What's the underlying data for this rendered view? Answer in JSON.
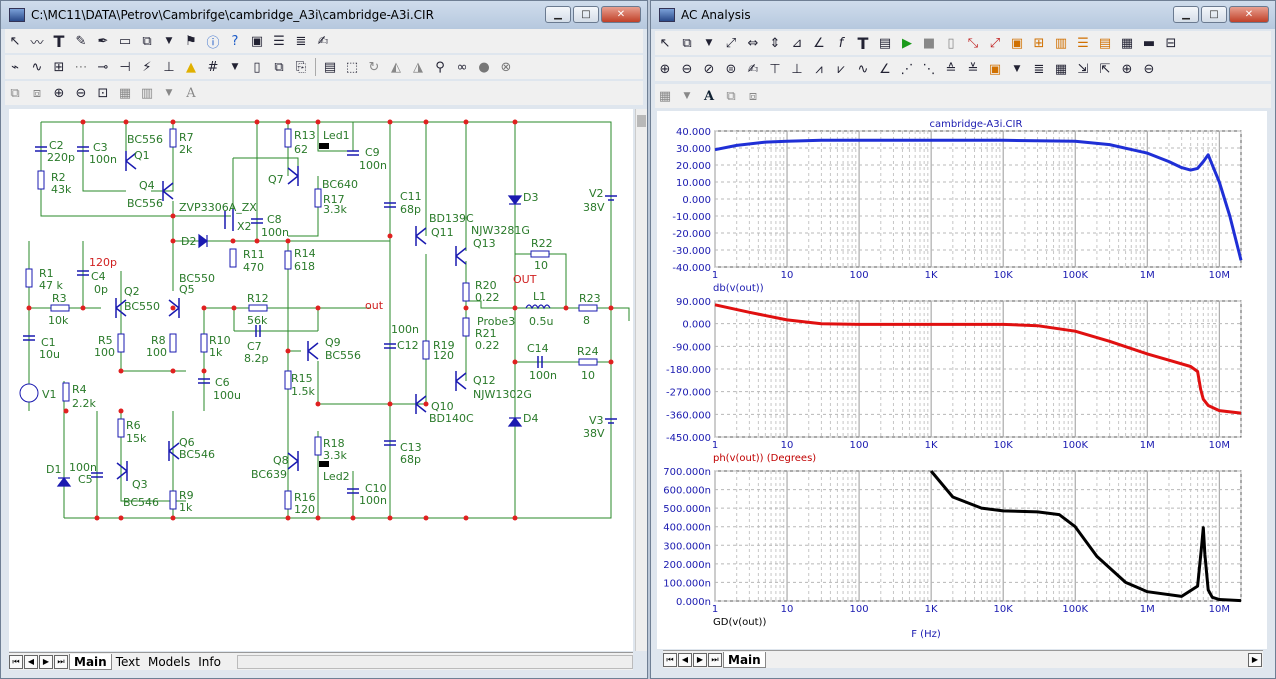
{
  "schematic_window": {
    "title": "C:\\MC11\\DATA\\Petrov\\Cambrifge\\cambridge_A3i\\cambridge-A3i.CIR",
    "tabs": [
      "Main",
      "Text",
      "Models",
      "Info"
    ],
    "active_tab": "Main",
    "labels": {
      "C2": "C2",
      "C2v": "220p",
      "C3": "C3",
      "C3v": "100n",
      "R2": "R2",
      "R2v": "43k",
      "Q1t": "BC556",
      "Q1": "Q1",
      "R7": "R7",
      "R7v": "2k",
      "Q4": "Q4",
      "Q4t": "BC556",
      "ZVP": "ZVP3306A_ZX",
      "X2": "X2",
      "D2": "D2",
      "R11": "R11",
      "R11v": "470",
      "C8": "C8",
      "C8v": "100n",
      "R13": "R13",
      "R13v": "62",
      "Led1": "Led1",
      "C9": "C9",
      "C9v": "100n",
      "Q7": "Q7",
      "BC640a": "BC640",
      "R17": "R17",
      "R17v": "3.3k",
      "R14": "R14",
      "R14v": "618",
      "R1": "R1",
      "R1v": "47 k",
      "C4v1": "120p",
      "C4": "C4",
      "C4v": "0p",
      "R3": "R3",
      "R3v": "10k",
      "Q2": "Q2",
      "BC550a": "BC550",
      "BC550b": "BC550",
      "Q5": "Q5",
      "R12": "R12",
      "R12v": "56k",
      "out": "out",
      "C1": "C1",
      "C1v": "10u",
      "R5": "R5",
      "R5v": "100",
      "R8": "R8",
      "R8v": "100",
      "R10": "R10",
      "R10v": "1k",
      "C7": "C7",
      "C7v": "8.2p",
      "Q9": "Q9",
      "BC556c": "BC556",
      "C6": "C6",
      "C6v": "100u",
      "R15": "R15",
      "R15v": "1.5k",
      "V1": "V1",
      "R4": "R4",
      "R4v": "2.2k",
      "R6": "R6",
      "R6v": "15k",
      "Q6": "Q6",
      "BC546a": "BC546",
      "D1": "D1",
      "C5v": "100n",
      "C5": "C5",
      "Q3": "Q3",
      "BC546b": "BC546",
      "R9": "R9",
      "R9v": "1k",
      "Q8": "Q8",
      "BC639": "BC639",
      "R18": "R18",
      "R18v": "3.3k",
      "Led2": "Led2",
      "R16": "R16",
      "R16v": "120",
      "C10": "C10",
      "C10v": "100n",
      "C11": "C11",
      "C11v": "68p",
      "BD139C": "BD139C",
      "Q11": "Q11",
      "NJW3281G": "NJW3281G",
      "Q13": "Q13",
      "D3": "D3",
      "V2": "V2",
      "V2v": "38V",
      "R22": "R22",
      "R22v": "10",
      "OUT": "OUT",
      "R20": "R20",
      "R20v": "0.22",
      "Probe3": "Probe3",
      "L1": "L1",
      "L1v": "0.5u",
      "R23": "R23",
      "R23v": "8",
      "R21": "R21",
      "R21v": "0.22",
      "C12v1": "100n",
      "C12": "C12",
      "R19": "R19",
      "R19v": "120",
      "C14": "C14",
      "C14v": "100n",
      "R24": "R24",
      "R24v": "10",
      "Q12": "Q12",
      "NJW1302G": "NJW1302G",
      "Q10": "Q10",
      "BD140C": "BD140C",
      "D4": "D4",
      "V3": "V3",
      "V3v": "38V",
      "C13": "C13",
      "C13v": "68p"
    }
  },
  "analysis_window": {
    "title": "AC Analysis",
    "tabs": [
      "Main"
    ],
    "active_tab": "Main",
    "plot_title": "cambridge-A3i.CIR",
    "x_ticks": [
      "1",
      "10",
      "100",
      "1K",
      "10K",
      "100K",
      "1M",
      "10M"
    ],
    "x_axis_label": "F (Hz)",
    "panels": [
      {
        "expr": "db(v(out))",
        "y_ticks": [
          "40.000",
          "30.000",
          "20.000",
          "10.000",
          "0.000",
          "-10.000",
          "-20.000",
          "-30.000",
          "-40.000"
        ],
        "color": "#1f2fd6"
      },
      {
        "expr": "ph(v(out)) (Degrees)",
        "y_ticks": [
          "90.000",
          "0.000",
          "-90.000",
          "-180.000",
          "-270.000",
          "-360.000",
          "-450.000"
        ],
        "color": "#e01010"
      },
      {
        "expr": "GD(v(out))",
        "y_ticks": [
          "700.000n",
          "600.000n",
          "500.000n",
          "400.000n",
          "300.000n",
          "200.000n",
          "100.000n",
          "0.000n"
        ],
        "color": "#000000"
      }
    ]
  },
  "chart_data": [
    {
      "type": "line",
      "title": "cambridge-A3i.CIR",
      "xlabel": "",
      "ylabel": "db(v(out))",
      "x_scale": "log",
      "xlim": [
        1,
        20000000
      ],
      "ylim": [
        -40,
        40
      ],
      "series": [
        {
          "name": "db(v(out))",
          "x": [
            1,
            2,
            5,
            10,
            30,
            100,
            1000,
            10000,
            100000,
            300000,
            1000000,
            2000000,
            3000000,
            4000000,
            5000000,
            6000000,
            7000000,
            8000000,
            10000000,
            14000000,
            20000000
          ],
          "y": [
            29,
            31.5,
            33.5,
            34,
            34.5,
            34.5,
            34.5,
            34.5,
            34,
            32,
            27,
            22,
            18.5,
            17,
            18,
            22,
            26,
            20,
            10,
            -10,
            -36
          ]
        }
      ]
    },
    {
      "type": "line",
      "xlabel": "",
      "ylabel": "ph(v(out)) (Degrees)",
      "x_scale": "log",
      "xlim": [
        1,
        20000000
      ],
      "ylim": [
        -450,
        90
      ],
      "series": [
        {
          "name": "ph(v(out)) (Degrees)",
          "x": [
            1,
            3,
            10,
            30,
            100,
            1000,
            10000,
            30000,
            100000,
            300000,
            1000000,
            2000000,
            4000000,
            5000000,
            5500000,
            6000000,
            7000000,
            10000000,
            20000000
          ],
          "y": [
            75,
            45,
            15,
            0,
            -3,
            -3,
            -3,
            -8,
            -30,
            -70,
            -120,
            -145,
            -170,
            -190,
            -260,
            -300,
            -325,
            -345,
            -355
          ]
        }
      ]
    },
    {
      "type": "line",
      "xlabel": "F (Hz)",
      "ylabel": "GD(v(out))",
      "x_scale": "log",
      "xlim": [
        1,
        20000000
      ],
      "ylim": [
        0,
        700
      ],
      "series": [
        {
          "name": "GD(v(out))",
          "x": [
            1000,
            2000,
            5000,
            10000,
            30000,
            60000,
            100000,
            200000,
            500000,
            1000000,
            3000000,
            5000000,
            5700000,
            6000000,
            6300000,
            7000000,
            8000000,
            10000000,
            20000000
          ],
          "y": [
            700,
            560,
            500,
            485,
            480,
            465,
            400,
            240,
            100,
            50,
            25,
            80,
            300,
            395,
            250,
            60,
            20,
            8,
            2
          ]
        }
      ]
    }
  ]
}
